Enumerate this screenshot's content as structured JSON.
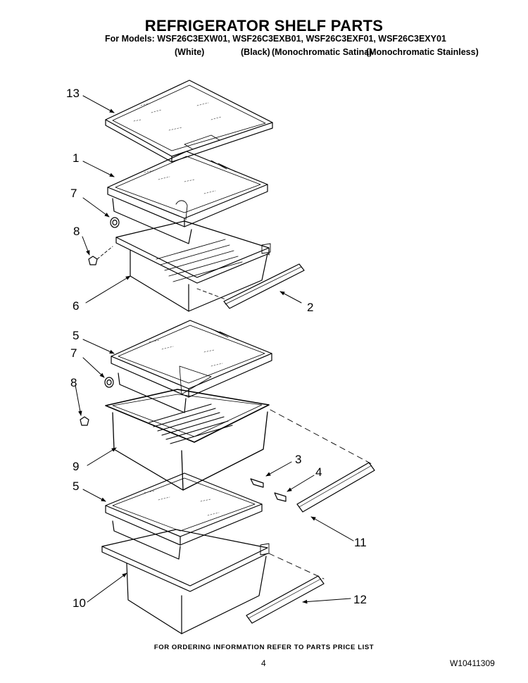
{
  "header": {
    "title": "REFRIGERATOR SHELF PARTS",
    "models": "For Models: WSF26C3EXW01, WSF26C3EXB01, WSF26C3EXF01, WSF26C3EXY01",
    "colors": [
      "(White)",
      "(Black)",
      "(Monochromatic Satina)",
      "(Monochromatic Stainless)"
    ]
  },
  "callouts": {
    "c13": "13",
    "c1": "1",
    "c7a": "7",
    "c8a": "8",
    "c6": "6",
    "c2": "2",
    "c5a": "5",
    "c7b": "7",
    "c8b": "8",
    "c9": "9",
    "c3": "3",
    "c4": "4",
    "c5b": "5",
    "c11": "11",
    "c10": "10",
    "c12": "12"
  },
  "footer": {
    "note": "FOR ORDERING INFORMATION REFER TO PARTS PRICE LIST",
    "page": "4",
    "doc": "W10411309"
  }
}
